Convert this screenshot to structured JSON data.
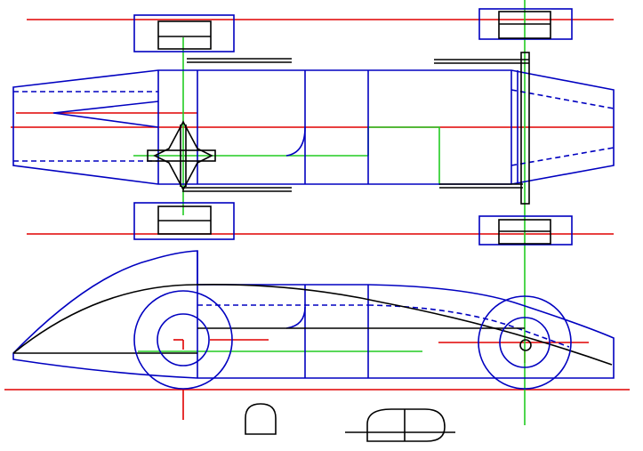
{
  "drawing": {
    "colors": {
      "background": "#ffffff",
      "axis_line": "#e00000",
      "body_outline": "#0000c0",
      "guide_line": "#22cc22",
      "detail_line": "#000000"
    },
    "views": [
      "top-view",
      "side-view",
      "cross-sections"
    ]
  }
}
